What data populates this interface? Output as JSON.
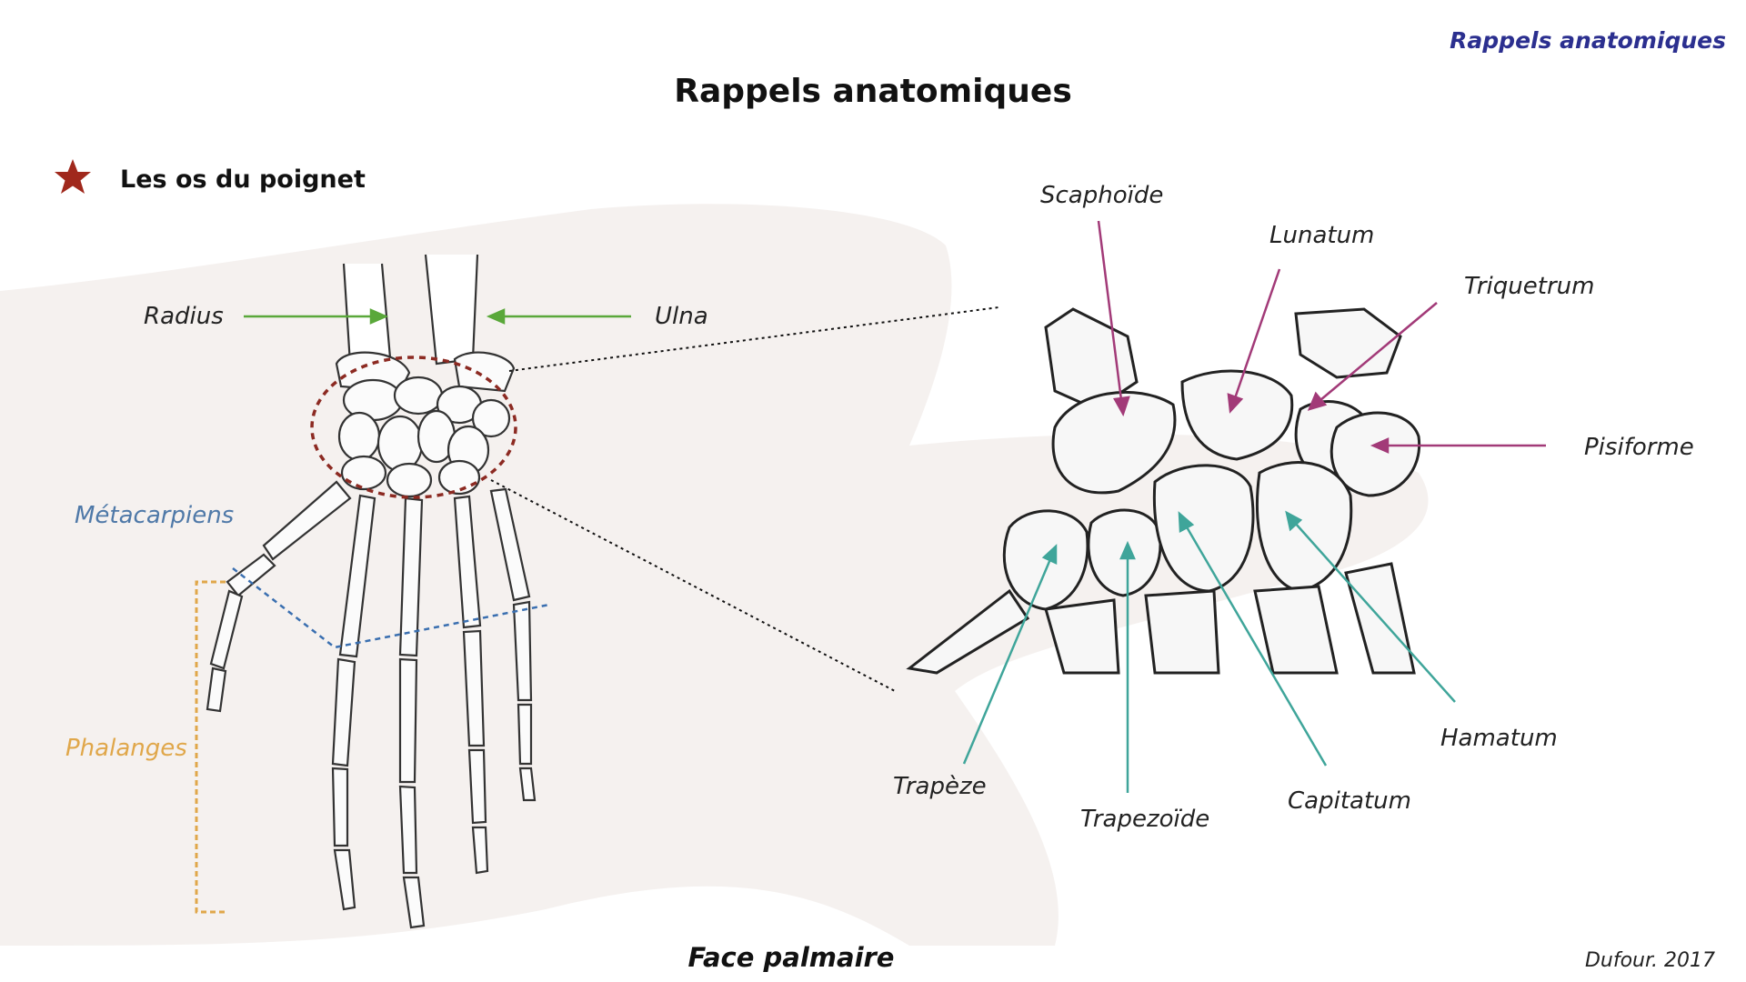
{
  "header": {
    "corner_title": "Rappels anatomiques",
    "title": "Rappels anatomiques"
  },
  "section": {
    "bullet_icon": "star-icon",
    "bullet_color": "#a0281c",
    "heading": "Les os du poignet"
  },
  "hand_labels": {
    "radius": "Radius",
    "ulna": "Ulna",
    "metacarpiens": "Métacarpiens",
    "phalanges": "Phalanges"
  },
  "carpal_labels": {
    "scaphoide": "Scaphoïde",
    "lunatum": "Lunatum",
    "triquetrum": "Triquetrum",
    "pisiforme": "Pisiforme",
    "trapeze": "Trapèze",
    "trapezoide": "Trapezoïde",
    "capitatum": "Capitatum",
    "hamatum": "Hamatum"
  },
  "colors": {
    "green_arrow": "#5aa83a",
    "proximal_row_arrow": "#a23a78",
    "distal_row_arrow": "#3fa59a",
    "metacarpiens_text": "#4f79a8",
    "phalanges_text": "#e0a74a",
    "circle": "#8c2a22",
    "metacarpal_line": "#3a6fb0"
  },
  "caption": "Face palmaire",
  "credit": "Dufour. 2017"
}
